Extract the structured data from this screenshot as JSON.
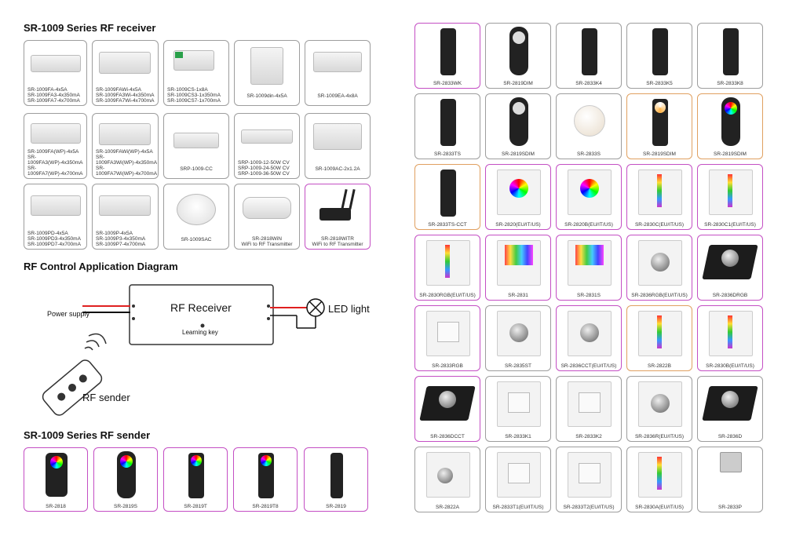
{
  "headings": {
    "receiver": "SR-1009 Series RF receiver",
    "diagram": "RF Control Application Diagram",
    "sender": "SR-1009 Series RF sender"
  },
  "diagram": {
    "receiver_title": "RF Receiver",
    "learning_key": "Learning key",
    "power_supply": "Power supply",
    "led_light": "LED light",
    "rf_sender": "RF sender"
  },
  "receivers": [
    "SR-1009FA-4x5A\nSR-1009FA3-4x350mA\nSR-1009FA7-4x700mA",
    "SR-1009FAWi-4x5A\nSR-1009FA3Wi-4x350mA\nSR-1009FA7Wi-4x700mA",
    "SR-1009CS-1x8A\nSR-1009CS3-1x350mA\nSR-1009CS7-1x700mA",
    "SR-1009din-4x5A",
    "SR-1009EA-4x8A",
    "SR-1009FA(WP)-4x5A\nSR-1009FA3(WP)-4x350mA\nSR-1009FA7(WP)-4x700mA",
    "SR-1009FAWi(WP)-4x5A\nSR-1009FA3Wi(WP)-4x350mA\nSR-1009FA7Wi(WP)-4x700mA",
    "SRP-1009-CC",
    "SRP-1009-12-50W CV\nSRP-1009-24-50W CV\nSRP-1009-36-50W CV",
    "SR-1009AC-2x1.2A",
    "SR-1009PD-4x5A\nSR-1009PD3-4x350mA\nSR-1009PD7-4x700mA",
    "SR-1009P-4x5A\nSR-1009P3-4x350mA\nSR-1009P7-4x700mA",
    "SR-1009SAC",
    "SR-2818WiN\nWiFi to RF Transmitter",
    "SR-2818WiTR\nWiFi to RF Transmitter"
  ],
  "senders": [
    "SR-2818",
    "SR-2819S",
    "SR-2819T",
    "SR-2819T8",
    "SR-2819"
  ],
  "grid": [
    "SR-2833WK",
    "SR-2819DIM",
    "SR-2833K4",
    "SR-2833K5",
    "SR-2833K8",
    "SR-2833TS",
    "SR-2819SDIM",
    "SR-2833S",
    "SR-2819SDIM",
    "SR-2819SDIM",
    "SR-2833TS-CCT",
    "SR-2820(EU/IT/US)",
    "SR-2820B(EU/IT/US)",
    "SR-2830C(EU/IT/US)",
    "SR-2830C1(EU/IT/US)",
    "SR-2830RGB(EU/IT/US)",
    "SR-2831",
    "SR-2831S",
    "SR-2836RGB(EU/IT/US)",
    "SR-2836DRGB",
    "SR-2833RGB",
    "SR-2835ST",
    "SR-2836CCT(EU/IT/US)",
    "SR-2822B",
    "SR-2830B(EU/IT/US)",
    "SR-2836DCCT",
    "SR-2833K1",
    "SR-2833K2",
    "SR-2836R(EU/IT/US)",
    "SR-2836D",
    "SR-2822A",
    "SR-2833T1(EU/IT/US)",
    "SR-2833T2(EU/IT/US)",
    "SR-2830A(EU/IT/US)",
    "SR-2833P"
  ],
  "colors": {
    "accent_pink": "#c44fc4",
    "accent_orange": "#e0a060",
    "wire_red": "#e02020"
  }
}
